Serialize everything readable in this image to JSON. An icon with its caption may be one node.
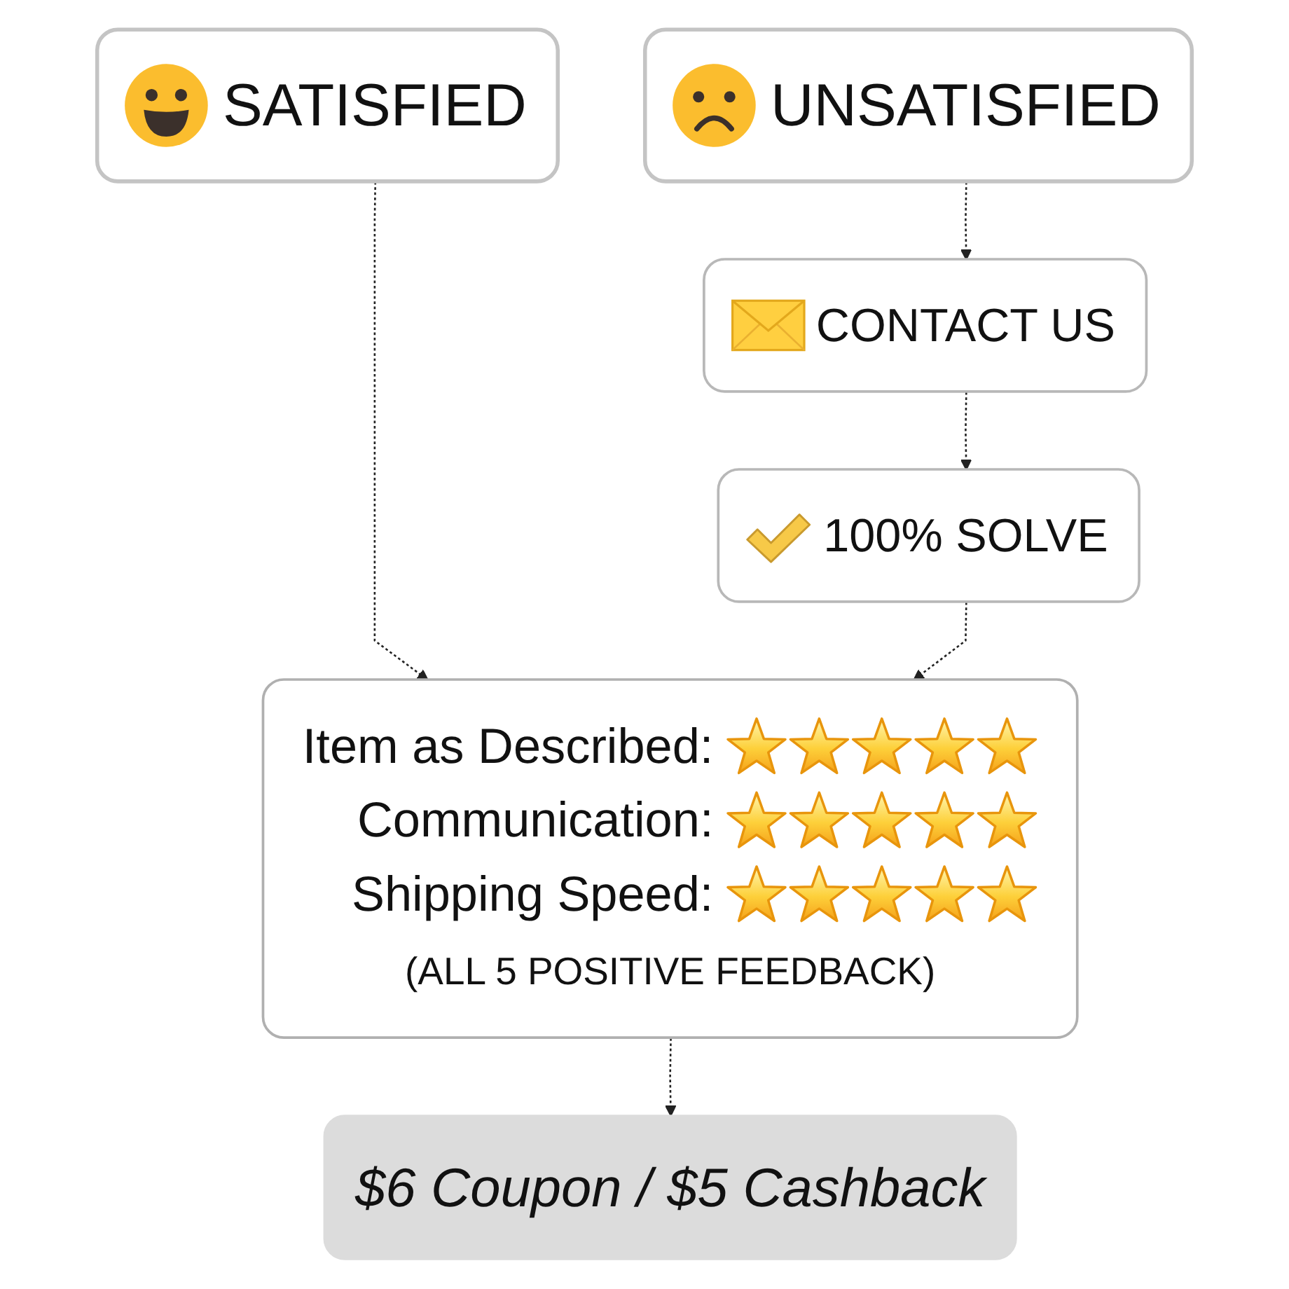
{
  "diagram": {
    "nodes": [
      {
        "text": [
          "SATISFIED"
        ]
      },
      {
        "text": [
          "UNSATISFIED"
        ]
      },
      {
        "text": [
          "CONTACT US"
        ]
      },
      {
        "text": [
          "100% SOLVE"
        ]
      },
      {
        "text": [
          "Item as Described:",
          "Communication:",
          "Shipping Speed:",
          "(ALL 5 POSITIVE FEEDBACK)"
        ]
      },
      {
        "text": [
          "$6 Coupon / $5 Cashback"
        ]
      }
    ],
    "edges": [
      {
        "from": 0,
        "to": 4,
        "arrow": "to",
        "style": "dashed"
      },
      {
        "from": 1,
        "to": 2,
        "arrow": "to",
        "style": "dashed"
      },
      {
        "from": 2,
        "to": 3,
        "arrow": "to",
        "style": "dashed"
      },
      {
        "from": 3,
        "to": 4,
        "arrow": "to",
        "style": "dashed"
      },
      {
        "from": 4,
        "to": 5,
        "arrow": "to",
        "style": "dashed"
      }
    ]
  }
}
